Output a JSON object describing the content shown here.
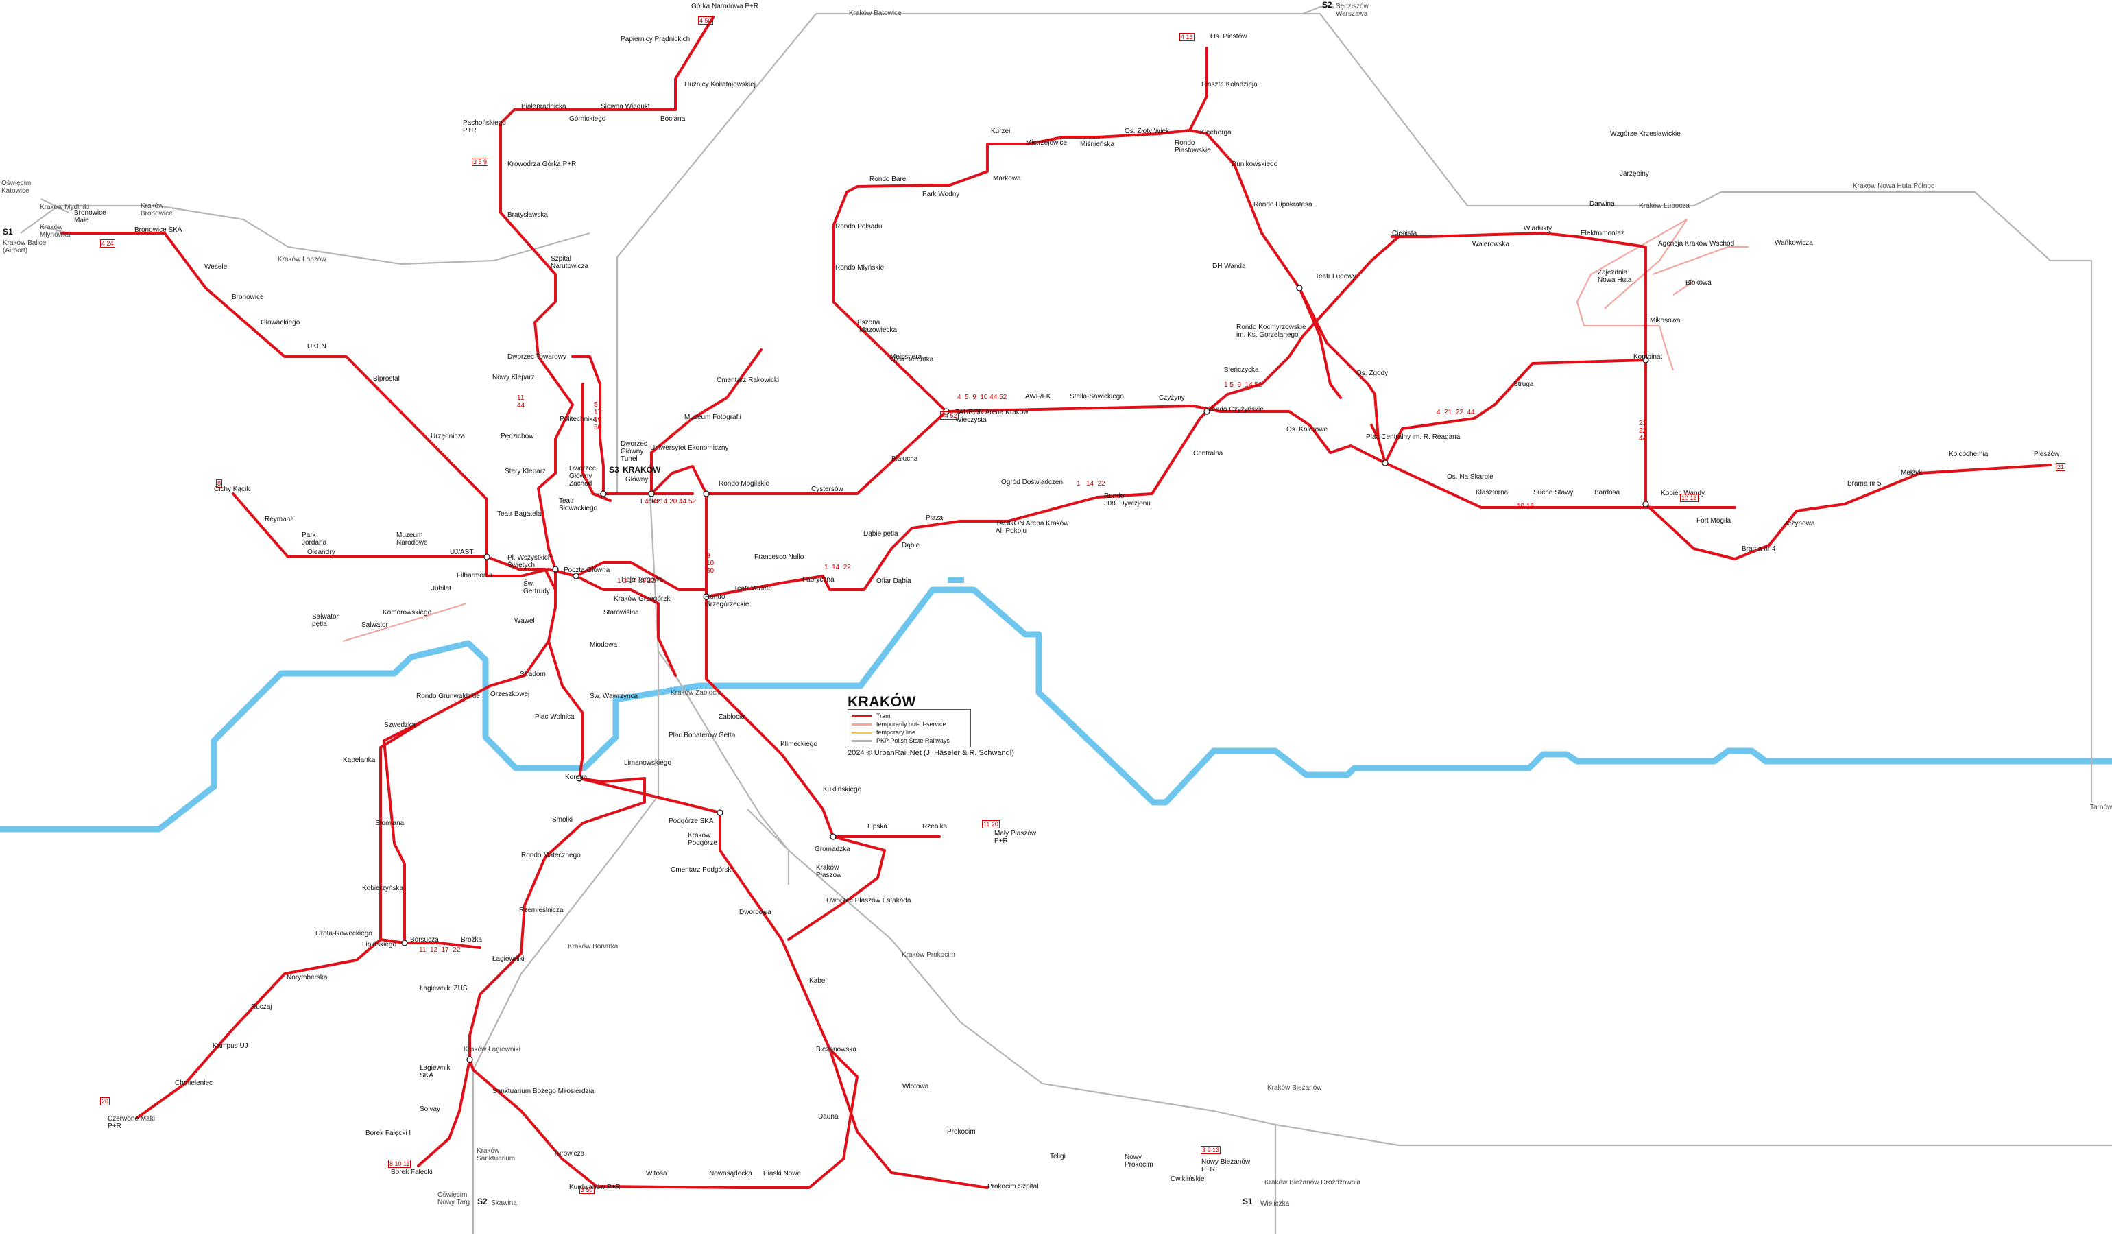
{
  "title": "KRAKÓW",
  "legend": [
    {
      "label": "Tram",
      "color": "#e0101a"
    },
    {
      "label": "temporarily out-of-service",
      "color": "#f4a6a0"
    },
    {
      "label": "temporary line",
      "color": "#f2c84a"
    },
    {
      "label": "PKP Polish State Railways",
      "color": "#b5b5b5"
    }
  ],
  "credit": "2024 © UrbanRail.Net (J. Häseler & R. Schwandl)",
  "colors": {
    "tram": "#e0101a",
    "rail": "#b5b5b5",
    "river": "#6ec6ee",
    "faded": "#f4a6a0",
    "temp": "#f2c84a"
  },
  "rail_labels": {
    "batowice": "Kraków Batowice",
    "s2_north": "S2",
    "sedziszow": "Sędziszów\nWarszawa",
    "oswiecim_w": "Oświęcim\nKatowice",
    "mydlniki": "Kraków Mydlniki",
    "bronowice_rail": "Kraków\nBronowice",
    "s1_west": "S1",
    "mlynowka": "Kraków\nMłynówka",
    "balice": "Kraków Balice\n(Airport)",
    "lobzow": "Kraków Łobzów",
    "lobzow_rail": "Kraków Łobzów",
    "nowa_huta_pn": "Kraków Nowa Huta Północ",
    "lubocza": "Kraków Lubocza",
    "zablocie_rail": "Kraków Zabłocie",
    "bonarka": "Kraków Bonarka",
    "prokocim_rail": "Kraków Prokocim",
    "lagiewniki_rail": "Kraków Łagiewniki",
    "sanktuarium": "Kraków\nSanktuarium",
    "oswiecim_s": "Oświęcim\nNowy Targ",
    "s2_south": "S2",
    "skawina": "Skawina",
    "bierzanow_n": "Kraków Bieżanów",
    "bierzanow_drozdownia": "Kraków Bieżanów Drożdżownia",
    "s1_east": "S1",
    "wieliczka": "Wieliczka",
    "tarnow": "Tarnów",
    "krakow_main": "KRAKÓW",
    "krakow_main_sub": "Główny",
    "s3": "S3"
  },
  "stops": [
    {
      "t": "Górka Narodowa P+R",
      "k": "gorka"
    },
    {
      "t": "Papiernicy Prądnickich",
      "k": "papiernicy"
    },
    {
      "t": "Huźnicy Kołłątajowskiej",
      "k": "kuznicy"
    },
    {
      "t": "Bociana",
      "k": "bociana"
    },
    {
      "t": "Białoprądnicka",
      "k": "bialopr"
    },
    {
      "t": "Siewna Wiadukt",
      "k": "siewna"
    },
    {
      "t": "Górnickiego",
      "k": "gornickiego"
    },
    {
      "t": "Pachońskiego\nP+R",
      "k": "pachonskiego"
    },
    {
      "t": "Krowodrza Górka P+R",
      "k": "krowodrza"
    },
    {
      "t": "Bratysławska",
      "k": "bratyslawska"
    },
    {
      "t": "Szpital\nNarutowicza",
      "k": "narutowicza"
    },
    {
      "t": "Dworzec Towarowy",
      "k": "towarowy"
    },
    {
      "t": "Nowy Kleparz",
      "k": "nowykleparz"
    },
    {
      "t": "Politechnika",
      "k": "politechnika"
    },
    {
      "t": "Pędzichów",
      "k": "pedzichow"
    },
    {
      "t": "Dworzec\nGłówny\nTunel",
      "k": "tunel"
    },
    {
      "t": "Dworzec\nGłówny\nZachód",
      "k": "zachod"
    },
    {
      "t": "Stary Kleparz",
      "k": "starykleparz"
    },
    {
      "t": "Teatr\nSłowackiego",
      "k": "slowackiego"
    },
    {
      "t": "Teatr Bagatela",
      "k": "bagatela"
    },
    {
      "t": "Filharmonia",
      "k": "filharmonia"
    },
    {
      "t": "Pl. Wszystkich\nŚwiętych",
      "k": "wszystkich"
    },
    {
      "t": "Poczta Główna",
      "k": "poczta"
    },
    {
      "t": "Św.\nGertrudy",
      "k": "gertrudy"
    },
    {
      "t": "Wawel",
      "k": "wawel"
    },
    {
      "t": "Stradom",
      "k": "stradom"
    },
    {
      "t": "Hala Targowa",
      "k": "hala"
    },
    {
      "t": "Kraków Grzegórzki",
      "k": "grzegorzki"
    },
    {
      "t": "Starowiślna",
      "k": "starowislna"
    },
    {
      "t": "Miodowa",
      "k": "miodowa"
    },
    {
      "t": "Św. Wawrzyńca",
      "k": "wawrzynca"
    },
    {
      "t": "Plac Wolnica",
      "k": "wolnica"
    },
    {
      "t": "Orzeszkowej",
      "k": "orzeszkowej"
    },
    {
      "t": "Rondo Grunwaldzkie",
      "k": "grunwaldzkie"
    },
    {
      "t": "Szwedzka",
      "k": "szwedzka"
    },
    {
      "t": "Kapelanka",
      "k": "kapelanka"
    },
    {
      "t": "Stomiana",
      "k": "stomiana"
    },
    {
      "t": "Kobierzyńska",
      "k": "kobierzynska"
    },
    {
      "t": "Borsucza",
      "k": "borsucza"
    },
    {
      "t": "Brożka",
      "k": "brozka"
    },
    {
      "t": "Orota-Roweckiego",
      "k": "orota"
    },
    {
      "t": "Lipińskiego",
      "k": "lipinskiego"
    },
    {
      "t": "Norymberska",
      "k": "norymberska"
    },
    {
      "t": "Ruczaj",
      "k": "ruczaj"
    },
    {
      "t": "Kampus UJ",
      "k": "kampus"
    },
    {
      "t": "Chmieleniec",
      "k": "chmieleniec"
    },
    {
      "t": "Czerwone Maki\nP+R",
      "k": "czerwone"
    },
    {
      "t": "Korona",
      "k": "korona"
    },
    {
      "t": "Limanowskiego",
      "k": "limanowskiego"
    },
    {
      "t": "Smolki",
      "k": "smolki"
    },
    {
      "t": "Rondo Matecznego",
      "k": "matecznego"
    },
    {
      "t": "Rzemieślnicza",
      "k": "rzemieslnicza"
    },
    {
      "t": "Łagiewniki",
      "k": "lagiewniki"
    },
    {
      "t": "Łagiewniki ZUS",
      "k": "lagiewnikizus"
    },
    {
      "t": "Łagiewniki\nSKA",
      "k": "lagska"
    },
    {
      "t": "Solvay",
      "k": "solvay"
    },
    {
      "t": "Borek Fałęcki I",
      "k": "borek1"
    },
    {
      "t": "Borek Fałęcki",
      "k": "borek"
    },
    {
      "t": "Sanktuarium Bożego Miłosierdzia",
      "k": "bozego"
    },
    {
      "t": "Turowicza",
      "k": "turowicza"
    },
    {
      "t": "Kurdwanów P+R",
      "k": "kurdwanow"
    },
    {
      "t": "Witosa",
      "k": "witosa"
    },
    {
      "t": "Nowosądecka",
      "k": "nowosadecka"
    },
    {
      "t": "Piaski Nowe",
      "k": "piaski"
    },
    {
      "t": "Bieżanowska",
      "k": "biezanowska"
    },
    {
      "t": "Wlotowa",
      "k": "wlotowa"
    },
    {
      "t": "Dauna",
      "k": "dauna"
    },
    {
      "t": "Prokocim",
      "k": "prokocim"
    },
    {
      "t": "Prokocim Szpital",
      "k": "prokszpital"
    },
    {
      "t": "Teligi",
      "k": "teligi"
    },
    {
      "t": "Nowy\nProkocim",
      "k": "nowyprok"
    },
    {
      "t": "Ćwiklińskiej",
      "k": "cwiklinskiej"
    },
    {
      "t": "Nowy Bieżanów\nP+R",
      "k": "nowybiezanow"
    },
    {
      "t": "Kabel",
      "k": "kabel"
    },
    {
      "t": "Dworcowa",
      "k": "dworcowa"
    },
    {
      "t": "Cmentarz Podgórski",
      "k": "cmpodgorski"
    },
    {
      "t": "Kraków\nPodgórze",
      "k": "podgorze"
    },
    {
      "t": "Podgórze SKA",
      "k": "podgorzeska"
    },
    {
      "t": "Plac Bohaterów Getta",
      "k": "getta"
    },
    {
      "t": "Zabłocie",
      "k": "zablocie"
    },
    {
      "t": "Klimeckiego",
      "k": "klimeckiego"
    },
    {
      "t": "Kuklińskiego",
      "k": "kuklinskiego"
    },
    {
      "t": "Gromadzka",
      "k": "gromadzka"
    },
    {
      "t": "Lipska",
      "k": "lipska"
    },
    {
      "t": "Rzebika",
      "k": "rzebika"
    },
    {
      "t": "Mały Płaszów\nP+R",
      "k": "malyplaszow"
    },
    {
      "t": "Kraków\nPłaszów",
      "k": "plaszow"
    },
    {
      "t": "Dworzec Płaszów Estakada",
      "k": "estakada"
    },
    {
      "t": "Rondo\nGrzegórzeckie",
      "k": "grzegorzeckie"
    },
    {
      "t": "Teatr Variété",
      "k": "variete"
    },
    {
      "t": "Francesco Nullo",
      "k": "nullo"
    },
    {
      "t": "Fabryczna",
      "k": "fabryczna"
    },
    {
      "t": "Ofiar Dąbia",
      "k": "dabia"
    },
    {
      "t": "Dąbie pętla",
      "k": "dabiepetla"
    },
    {
      "t": "Dąbie",
      "k": "dabie"
    },
    {
      "t": "Płaza",
      "k": "plaza"
    },
    {
      "t": "TAURON Arena Kraków\nAl. Pokoju",
      "k": "tauronpokoju"
    },
    {
      "t": "Ogród Doświadczeń",
      "k": "ogrod"
    },
    {
      "t": "Rondo\n308. Dywizjonu",
      "k": "dywizjonu"
    },
    {
      "t": "Centralna",
      "k": "centralna"
    },
    {
      "t": "Rondo Mogilskie",
      "k": "mogilskie"
    },
    {
      "t": "Lubicz",
      "k": "lubicz"
    },
    {
      "t": "Cystersów",
      "k": "cystersow"
    },
    {
      "t": "Białucha",
      "k": "bialucha"
    },
    {
      "t": "Uniwersytet Ekonomiczny",
      "k": "ekonomiczny"
    },
    {
      "t": "Muzeum Fotografii",
      "k": "fotografii"
    },
    {
      "t": "Cmentarz Rakowicki",
      "k": "rakowicki"
    },
    {
      "t": "Mazowiecka",
      "k": "mazowiecka"
    },
    {
      "t": "Ojca Bernatka",
      "k": "bernatka"
    },
    {
      "t": "TAURON Arena Kraków\nWieczysta",
      "k": "tauronwiecz"
    },
    {
      "t": "AWF/FK",
      "k": "awf"
    },
    {
      "t": "Stella-Sawickiego",
      "k": "stella"
    },
    {
      "t": "Czyżyny",
      "k": "czyzyny"
    },
    {
      "t": "Rondo Czyżyńskie",
      "k": "czyzynskie"
    },
    {
      "t": "Os. Kolorowe",
      "k": "kolorowe"
    },
    {
      "t": "Plac Centralny im. R. Reagana",
      "k": "placcentralny"
    },
    {
      "t": "Os. Na Skarpie",
      "k": "naskarpie"
    },
    {
      "t": "Klasztorna",
      "k": "klasztorna"
    },
    {
      "t": "Suche Stawy",
      "k": "suchestawy"
    },
    {
      "t": "Bardosa",
      "k": "bardosa"
    },
    {
      "t": "Kopiec Wandy",
      "k": "kopiec"
    },
    {
      "t": "Fort Mogiła",
      "k": "fortmogila"
    },
    {
      "t": "Brama nr 4",
      "k": "brama4"
    },
    {
      "t": "Jeżynowa",
      "k": "jezynowa"
    },
    {
      "t": "Brama nr 5",
      "k": "brama5"
    },
    {
      "t": "Mełżyk",
      "k": "melzyk"
    },
    {
      "t": "Kolcochemia",
      "k": "kolcochemia"
    },
    {
      "t": "Pleszów",
      "k": "pleszow"
    },
    {
      "t": "Kombinat",
      "k": "kombinat"
    },
    {
      "t": "Struga",
      "k": "struga"
    },
    {
      "t": "Os. Zgody",
      "k": "zgody"
    },
    {
      "t": "Bieńczycka",
      "k": "bienczycka"
    },
    {
      "t": "Rondo Kocmyrzowskie\nim. Ks. Gorzelanego",
      "k": "kocmyrzowskie"
    },
    {
      "t": "DH Wanda",
      "k": "dhwanda"
    },
    {
      "t": "Rondo Hipokratesa",
      "k": "hipokratesa"
    },
    {
      "t": "Dunikowskiego",
      "k": "dunikowskiego"
    },
    {
      "t": "Kleeberga",
      "k": "kleeberga"
    },
    {
      "t": "Rondo\nPiastowskie",
      "k": "piastowskie"
    },
    {
      "t": "Os. Złoty Wiek",
      "k": "zlotywiek"
    },
    {
      "t": "Miśnieńska",
      "k": "misnienska"
    },
    {
      "t": "Mistrzejowice",
      "k": "mistrzejowice"
    },
    {
      "t": "Kurzei",
      "k": "kurzei"
    },
    {
      "t": "Os. Piastów",
      "k": "piastow"
    },
    {
      "t": "Plaszta Kołodzieja",
      "k": "kolodzieja"
    },
    {
      "t": "Rondo Barei",
      "k": "barei"
    },
    {
      "t": "Park Wodny",
      "k": "parkwodny"
    },
    {
      "t": "Markowa",
      "k": "markowa"
    },
    {
      "t": "Rondo Polsadu",
      "k": "polsadu"
    },
    {
      "t": "Rondo Młyńskie",
      "k": "mlynskie"
    },
    {
      "t": "Pszona",
      "k": "pszona"
    },
    {
      "t": "Meissnera",
      "k": "meissnera"
    },
    {
      "t": "Teatr Ludowy",
      "k": "ludowy"
    },
    {
      "t": "Cienista",
      "k": "cienista"
    },
    {
      "t": "Walerowska",
      "k": "walerowska"
    },
    {
      "t": "Wiadukty",
      "k": "wiadukty"
    },
    {
      "t": "Elektromontaż",
      "k": "elektromontaz"
    },
    {
      "t": "Wzgórze Krzesławickie",
      "k": "wzgorze"
    },
    {
      "t": "Jarzębiny",
      "k": "jarzebiny"
    },
    {
      "t": "Darwina",
      "k": "darwina"
    },
    {
      "t": "Zajezdnia\nNowa Huta",
      "k": "zajezdnia"
    },
    {
      "t": "Agencja Kraków Wschód",
      "k": "agencja"
    },
    {
      "t": "Wańkowicza",
      "k": "wankowicza"
    },
    {
      "t": "Blokowa",
      "k": "blokowa"
    },
    {
      "t": "Mikosowa",
      "k": "mikosowa"
    },
    {
      "t": "Bronowice\nMałe",
      "k": "bronowicemale"
    },
    {
      "t": "Bronowice SKA",
      "k": "bronowiceska"
    },
    {
      "t": "Wesele",
      "k": "wesele"
    },
    {
      "t": "Bronowice",
      "k": "bronowice"
    },
    {
      "t": "Głowackiego",
      "k": "glowackiego"
    },
    {
      "t": "UKEN",
      "k": "uken"
    },
    {
      "t": "Biprostal",
      "k": "biprostal"
    },
    {
      "t": "Urzędnicza",
      "k": "urzednicza"
    },
    {
      "t": "Cichy Kącik",
      "k": "cichy"
    },
    {
      "t": "Reymana",
      "k": "reymana"
    },
    {
      "t": "Park\nJordana",
      "k": "jordana"
    },
    {
      "t": "Oleandry",
      "k": "oleandry"
    },
    {
      "t": "Muzeum\nNarodowe",
      "k": "narodowe"
    },
    {
      "t": "UJ/AST",
      "k": "ujast"
    },
    {
      "t": "Jubilat",
      "k": "jubilat"
    },
    {
      "t": "Komorowskiego",
      "k": "komorowskiego"
    },
    {
      "t": "Salwator\npętla",
      "k": "salwatorpetla"
    },
    {
      "t": "Salwator",
      "k": "salwator"
    }
  ]
}
